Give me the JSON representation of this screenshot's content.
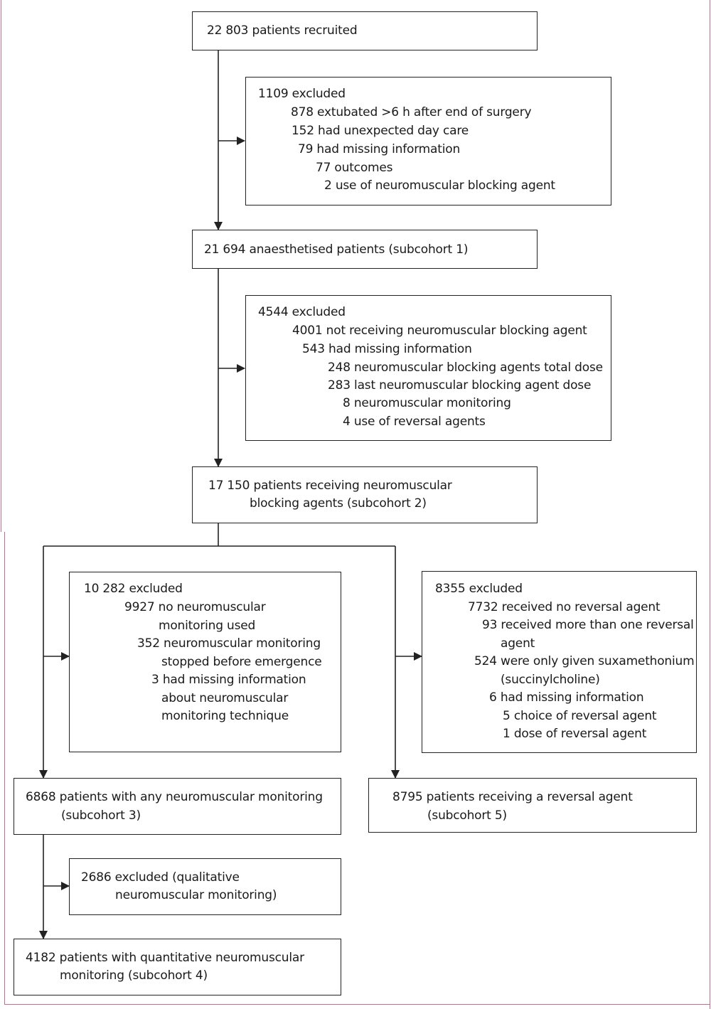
{
  "nodes": {
    "recruited": {
      "line1": "22 803 patients recruited"
    },
    "excl1": {
      "head": "1109 excluded",
      "items": [
        "878 extubated >6 h after end of surgery",
        "152 had unexpected day care",
        "79 had missing information",
        "77 outcomes",
        "2 use of neuromuscular blocking agent"
      ]
    },
    "sub1": {
      "line1": "21 694 anaesthetised patients (subcohort 1)"
    },
    "excl2": {
      "head": "4544 excluded",
      "items": [
        "4001 not receiving neuromuscular blocking agent",
        "543 had missing information",
        "248 neuromuscular blocking agents total dose",
        "283 last neuromuscular blocking agent dose",
        "8 neuromuscular monitoring",
        "4 use of reversal agents"
      ]
    },
    "sub2": {
      "line1": "17 150 patients receiving neuromuscular",
      "line2": "blocking agents (subcohort 2)"
    },
    "excl3": {
      "head": "10 282 excluded",
      "items": [
        "9927 no neuromuscular",
        "monitoring used",
        "352 neuromuscular monitoring",
        "stopped before emergence",
        "3 had missing information",
        "about neuromuscular",
        "monitoring technique"
      ]
    },
    "excl5": {
      "head": "8355 excluded",
      "items": [
        "7732 received no reversal agent",
        "93 received more than one reversal",
        "agent",
        "524 were only given suxamethonium",
        "(succinylcholine)",
        "6 had missing information",
        "5 choice of reversal agent",
        "1 dose of reversal agent"
      ]
    },
    "sub3": {
      "line1": "6868 patients with any neuromuscular monitoring",
      "line2": "(subcohort 3)"
    },
    "sub5": {
      "line1": "8795 patients receiving a reversal agent",
      "line2": "(subcohort 5)"
    },
    "excl4": {
      "line1": "2686 excluded (qualitative",
      "line2": "neuromuscular monitoring)"
    },
    "sub4": {
      "line1": "4182 patients with quantitative neuromuscular",
      "line2": "monitoring (subcohort 4)"
    }
  },
  "colors": {
    "frame": "#c86a8c",
    "line": "#222222"
  }
}
